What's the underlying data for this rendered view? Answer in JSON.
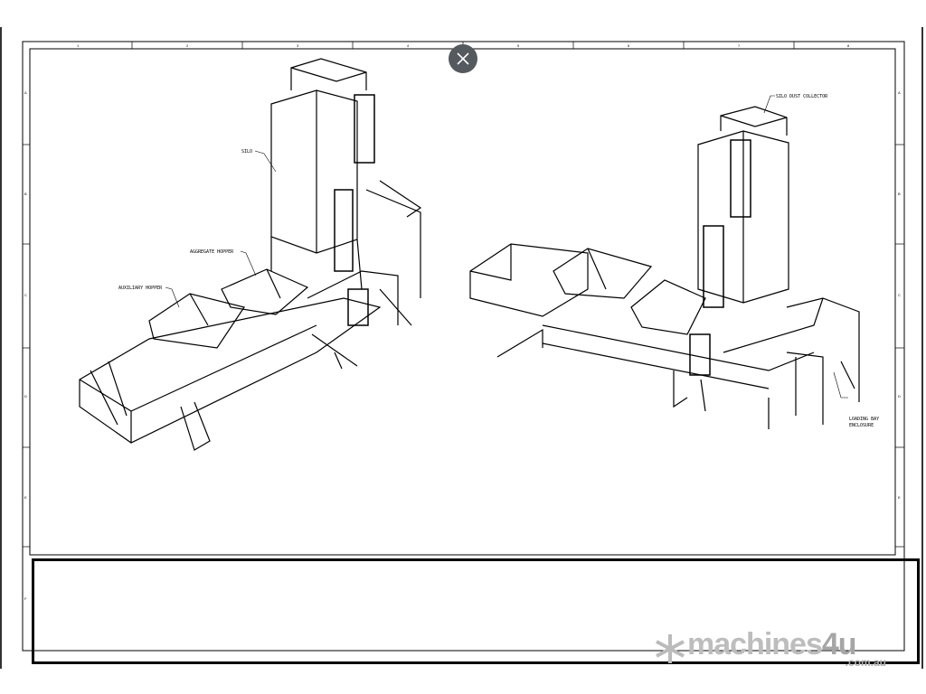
{
  "drawing": {
    "columns": [
      "1",
      "2",
      "3",
      "4",
      "5",
      "6",
      "7",
      "8"
    ],
    "rows": [
      "A",
      "B",
      "C",
      "D",
      "E",
      "F"
    ],
    "labels": {
      "silo": "SILO",
      "aggregate_hopper": "AGGREGATE HOPPER",
      "auxiliary_hopper": "AUXILIARY HOPPER",
      "silo_dust_collector": "SILO DUST COLLECTOR",
      "loading_bay_1": "LOADING BAY",
      "loading_bay_2": "ENCLOSURE"
    }
  },
  "viewer": {
    "close_icon": "close-icon"
  },
  "watermark": {
    "brand": "machines",
    "brand_num": "4u",
    "domain": ".com.au"
  }
}
